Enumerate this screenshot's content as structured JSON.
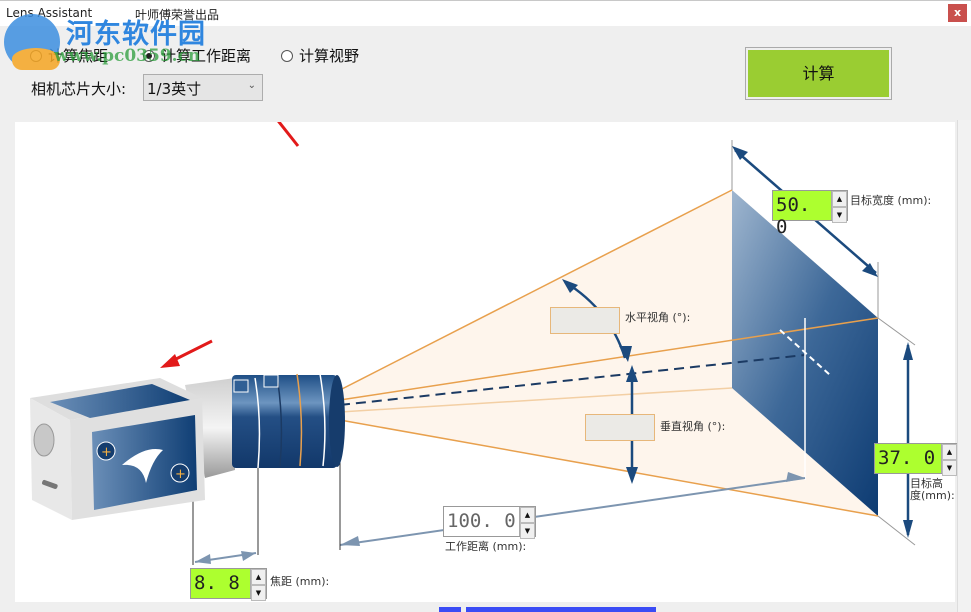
{
  "window": {
    "title": "Lens Assistant",
    "subtitle": "叶师傅荣誉出品",
    "close_label": "x"
  },
  "watermark": {
    "text": "河东软件园",
    "url": "www.pc0359.cn"
  },
  "mode": {
    "options": [
      {
        "label": "计算焦距",
        "checked": false
      },
      {
        "label": "计算工作距离",
        "checked": true
      },
      {
        "label": "计算视野",
        "checked": false
      }
    ]
  },
  "sensor": {
    "label": "相机芯片大小:",
    "value": "1/3英寸"
  },
  "calc_button": {
    "label": "计算",
    "color": "#9acd32"
  },
  "diagram": {
    "target_width": {
      "value": "50. 0",
      "label": "目标宽度 (mm):"
    },
    "target_height": {
      "value": "37. 0",
      "label_line1": "目标高",
      "label_line2": "度(mm):"
    },
    "horizontal_angle": {
      "value": "",
      "label": "水平视角 (°):"
    },
    "vertical_angle": {
      "value": "",
      "label": "垂直视角 (°):"
    },
    "working_distance": {
      "value": "100. 0",
      "label": "工作距离 (mm):"
    },
    "focal_length": {
      "value": "8. 8",
      "label": "焦距 (mm):"
    },
    "input_highlight_color": "#adff2f"
  }
}
